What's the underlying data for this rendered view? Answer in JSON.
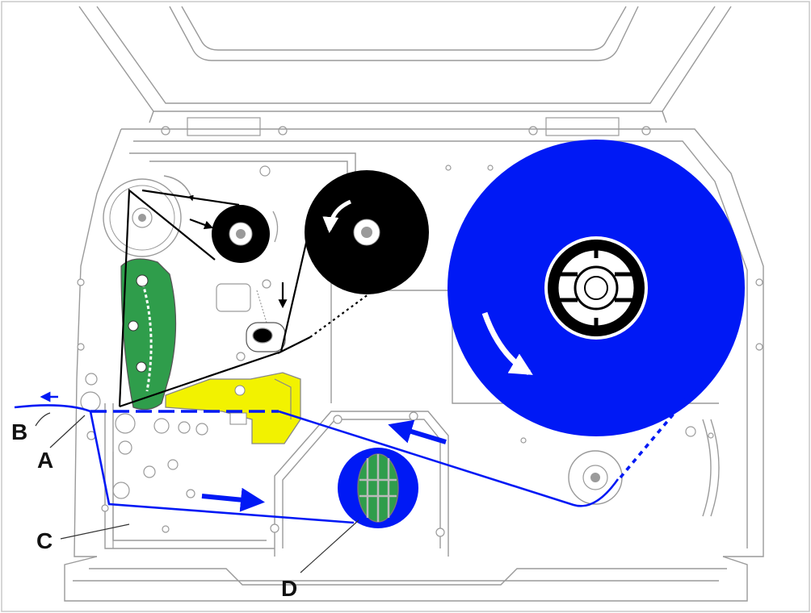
{
  "labels": {
    "a": "A",
    "b": "B",
    "c": "C",
    "d": "D"
  },
  "colors": {
    "line": "#9a9a9a",
    "frame": "#c8c8c8",
    "media": "#0019f5",
    "ribbon": "#000000",
    "green": "#2f9d4b",
    "yellow": "#f2f200",
    "background": "#ffffff"
  },
  "icons": {
    "roll-direction": "curved-arrow-icon",
    "feed-direction": "straight-arrow-icon"
  }
}
